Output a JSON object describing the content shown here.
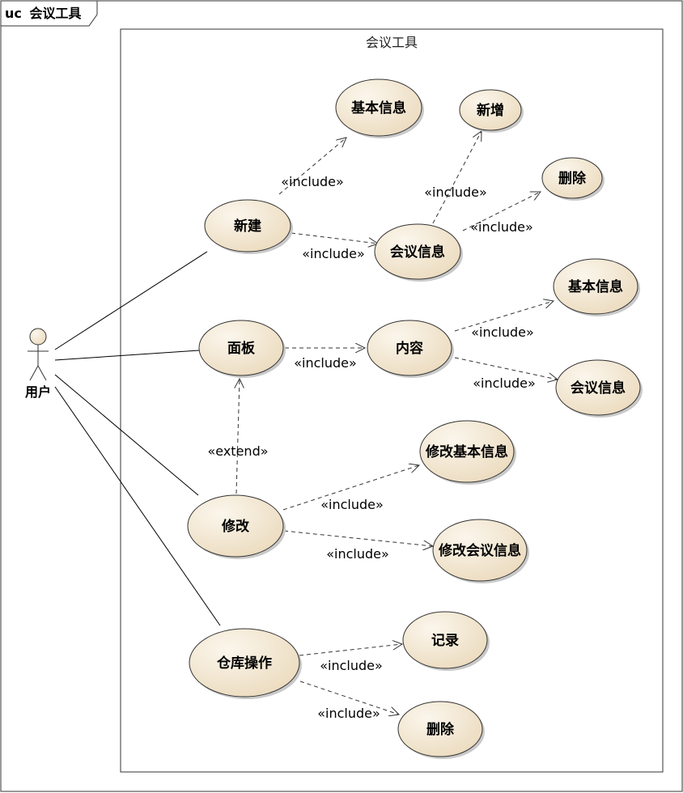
{
  "frame": {
    "kind": "uc",
    "title": "会议工具"
  },
  "boundary": {
    "title": "会议工具"
  },
  "actor": {
    "label": "用户"
  },
  "usecases": {
    "xinjian": "新建",
    "jiben_top": "基本信息",
    "xinzeng": "新增",
    "shanchu_top": "删除",
    "huiyi_top": "会议信息",
    "mianban": "面板",
    "neirong": "内容",
    "jiben_right": "基本信息",
    "huiyi_right": "会议信息",
    "xiugai": "修改",
    "xiugai_jiben": "修改基本信息",
    "xiugai_huiyi": "修改会议信息",
    "cangku": "仓库操作",
    "jilu": "记录",
    "shanchu_bottom": "删除"
  },
  "relations": {
    "include": "«include»",
    "extend": "«extend»"
  }
}
